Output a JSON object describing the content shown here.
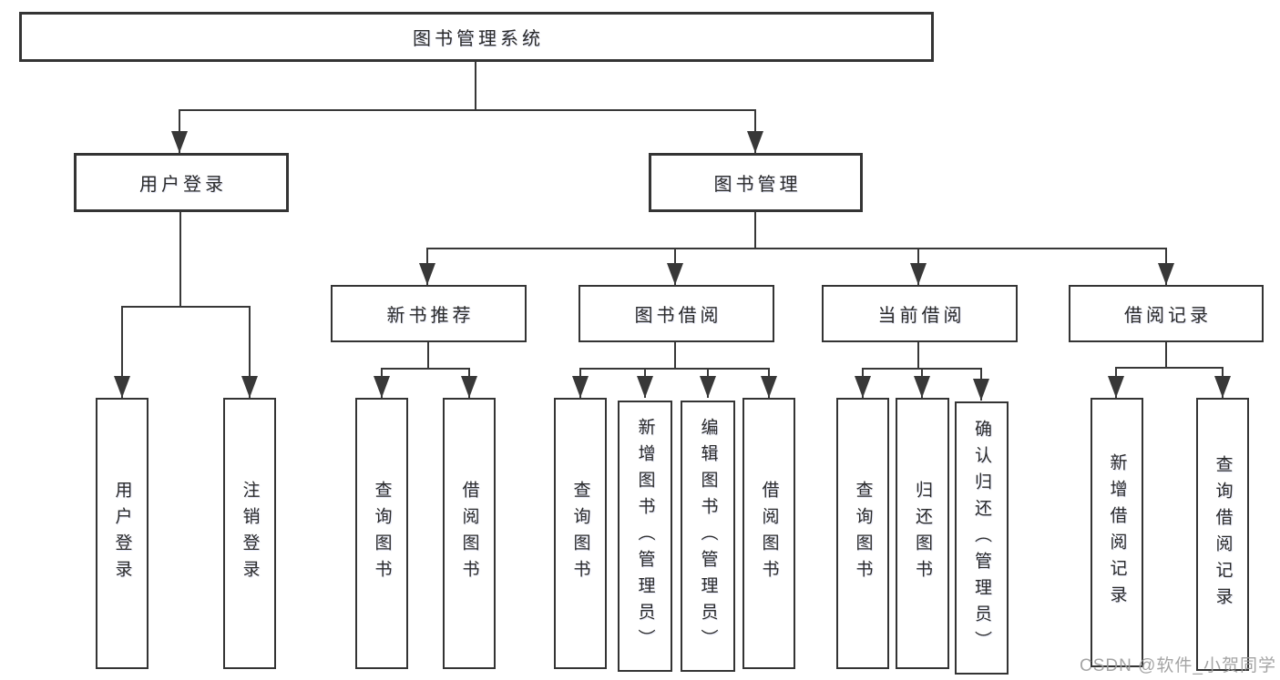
{
  "diagram": {
    "type": "hierarchy-diagram",
    "title": "图书管理系统",
    "colors": {
      "background": "#ffffff",
      "box_border": "#343434",
      "connector_line": "#383838",
      "text": "#2a2a2a",
      "watermark": "#9b9b9b"
    },
    "tree": {
      "label": "图书管理系统",
      "children": [
        {
          "label": "用户登录",
          "children": [
            {
              "label": "用户登录"
            },
            {
              "label": "注销登录"
            }
          ]
        },
        {
          "label": "图书管理",
          "children": [
            {
              "label": "新书推荐",
              "children": [
                {
                  "label": "查询图书"
                },
                {
                  "label": "借阅图书"
                }
              ]
            },
            {
              "label": "图书借阅",
              "children": [
                {
                  "label": "查询图书"
                },
                {
                  "label": "新增图书（管理员）"
                },
                {
                  "label": "编辑图书（管理员）"
                },
                {
                  "label": "借阅图书"
                }
              ]
            },
            {
              "label": "当前借阅",
              "children": [
                {
                  "label": "查询图书"
                },
                {
                  "label": "归还图书"
                },
                {
                  "label": "确认归还（管理员）"
                }
              ]
            },
            {
              "label": "借阅记录",
              "children": [
                {
                  "label": "新增借阅记录"
                },
                {
                  "label": "查询借阅记录"
                }
              ]
            }
          ]
        }
      ]
    },
    "watermark": {
      "text": "CSDN @软件_小贺同学"
    }
  }
}
